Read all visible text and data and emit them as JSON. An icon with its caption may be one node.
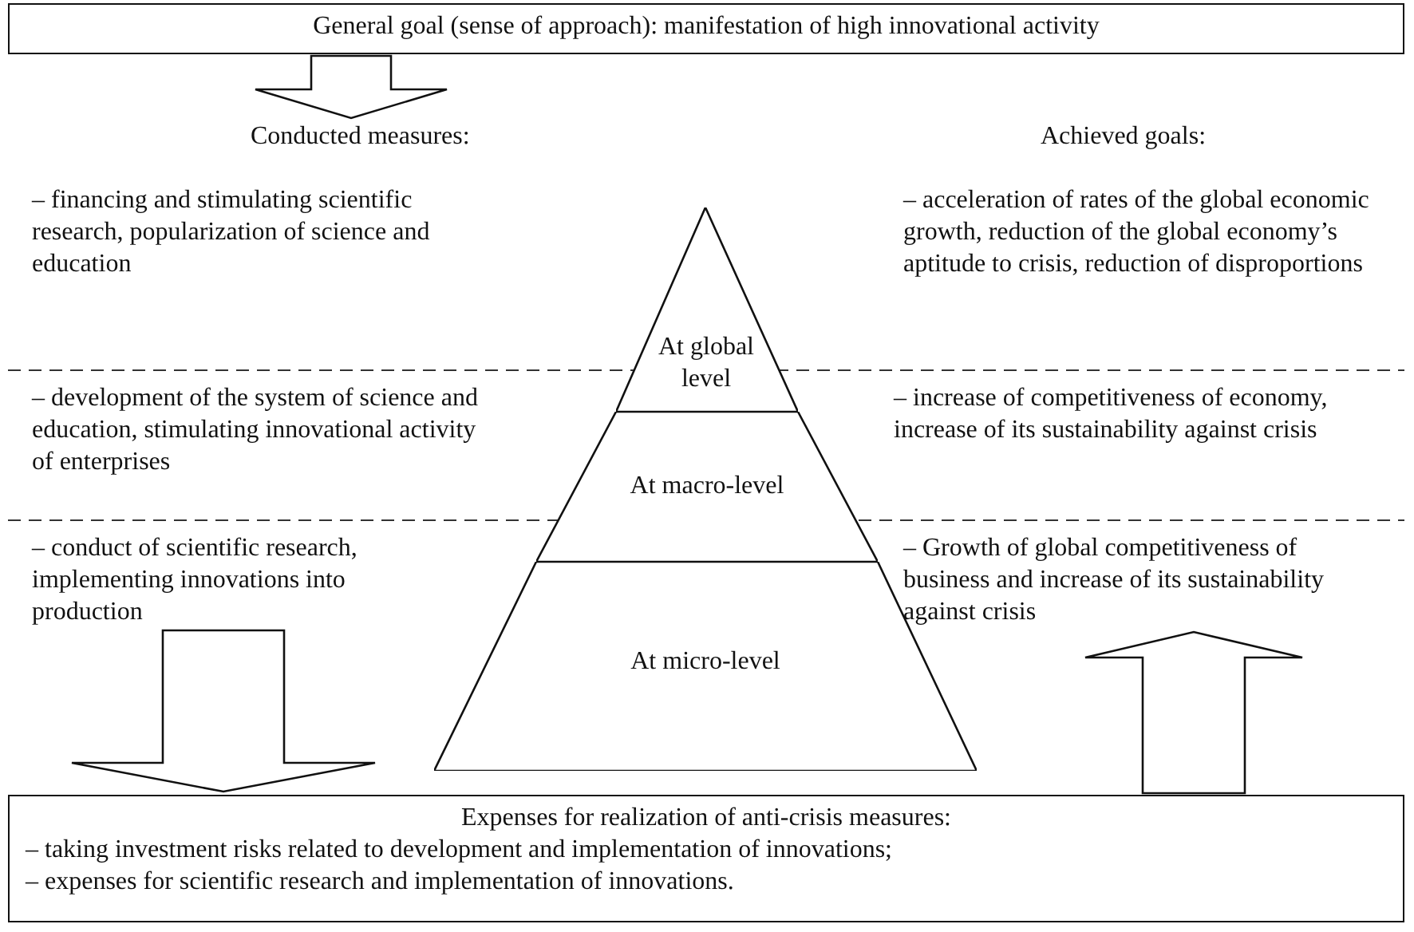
{
  "diagram": {
    "nodes": [
      {
        "text": [
          "General goal (sense of approach): manifestation of high innovational activity"
        ]
      },
      {
        "text": [
          "Conducted measures:"
        ]
      },
      {
        "text": [
          "– financing and stimulating scientific research, popularization of science and education"
        ]
      },
      {
        "text": [
          "At global level"
        ]
      },
      {
        "text": [
          "– acceleration of rates of the global economic growth, reduction of the global economy’s aptitude to crisis, reduction of disproportions"
        ]
      },
      {
        "text": [
          "– development of the system of science and education, stimulating innovational activity of enterprises"
        ]
      },
      {
        "text": [
          "At macro-level"
        ]
      },
      {
        "text": [
          "– increase of competitiveness of economy, increase of its sustainability against crisis"
        ]
      },
      {
        "text": [
          "– conduct of scientific research, implementing innovations into production"
        ]
      },
      {
        "text": [
          "At micro-level"
        ]
      },
      {
        "text": [
          "– Growth of global competitiveness of  business and increase of its sustainability against crisis"
        ]
      },
      {
        "text": [
          "Expenses for realization of anti-crisis measures:",
          "– taking investment risks related to development and implementation of innovations;",
          "– expenses for scientific research and implementation of innovations."
        ]
      }
    ],
    "edges": [
      {
        "from": 0,
        "to": 1,
        "arrow": "to"
      },
      {
        "from": 8,
        "to": 11,
        "arrow": "to"
      },
      {
        "from": 11,
        "to": 10,
        "arrow": "to"
      }
    ],
    "labels": [
      "Achieved goals:"
    ]
  }
}
